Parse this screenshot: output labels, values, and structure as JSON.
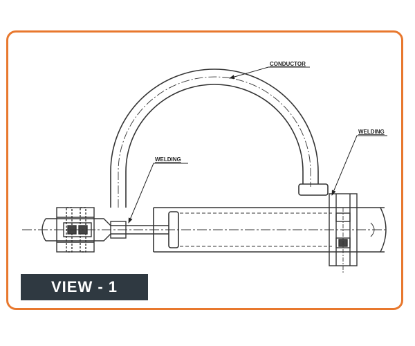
{
  "labels": {
    "conductor": "CONDUCTOR",
    "welding_left": "WELDING",
    "welding_right": "WELDING"
  },
  "badge": {
    "text": "VIEW - 1"
  },
  "colors": {
    "frame_border": "#e8782e",
    "badge_bg": "#2f3941",
    "badge_text": "#ffffff",
    "line": "#333333"
  }
}
